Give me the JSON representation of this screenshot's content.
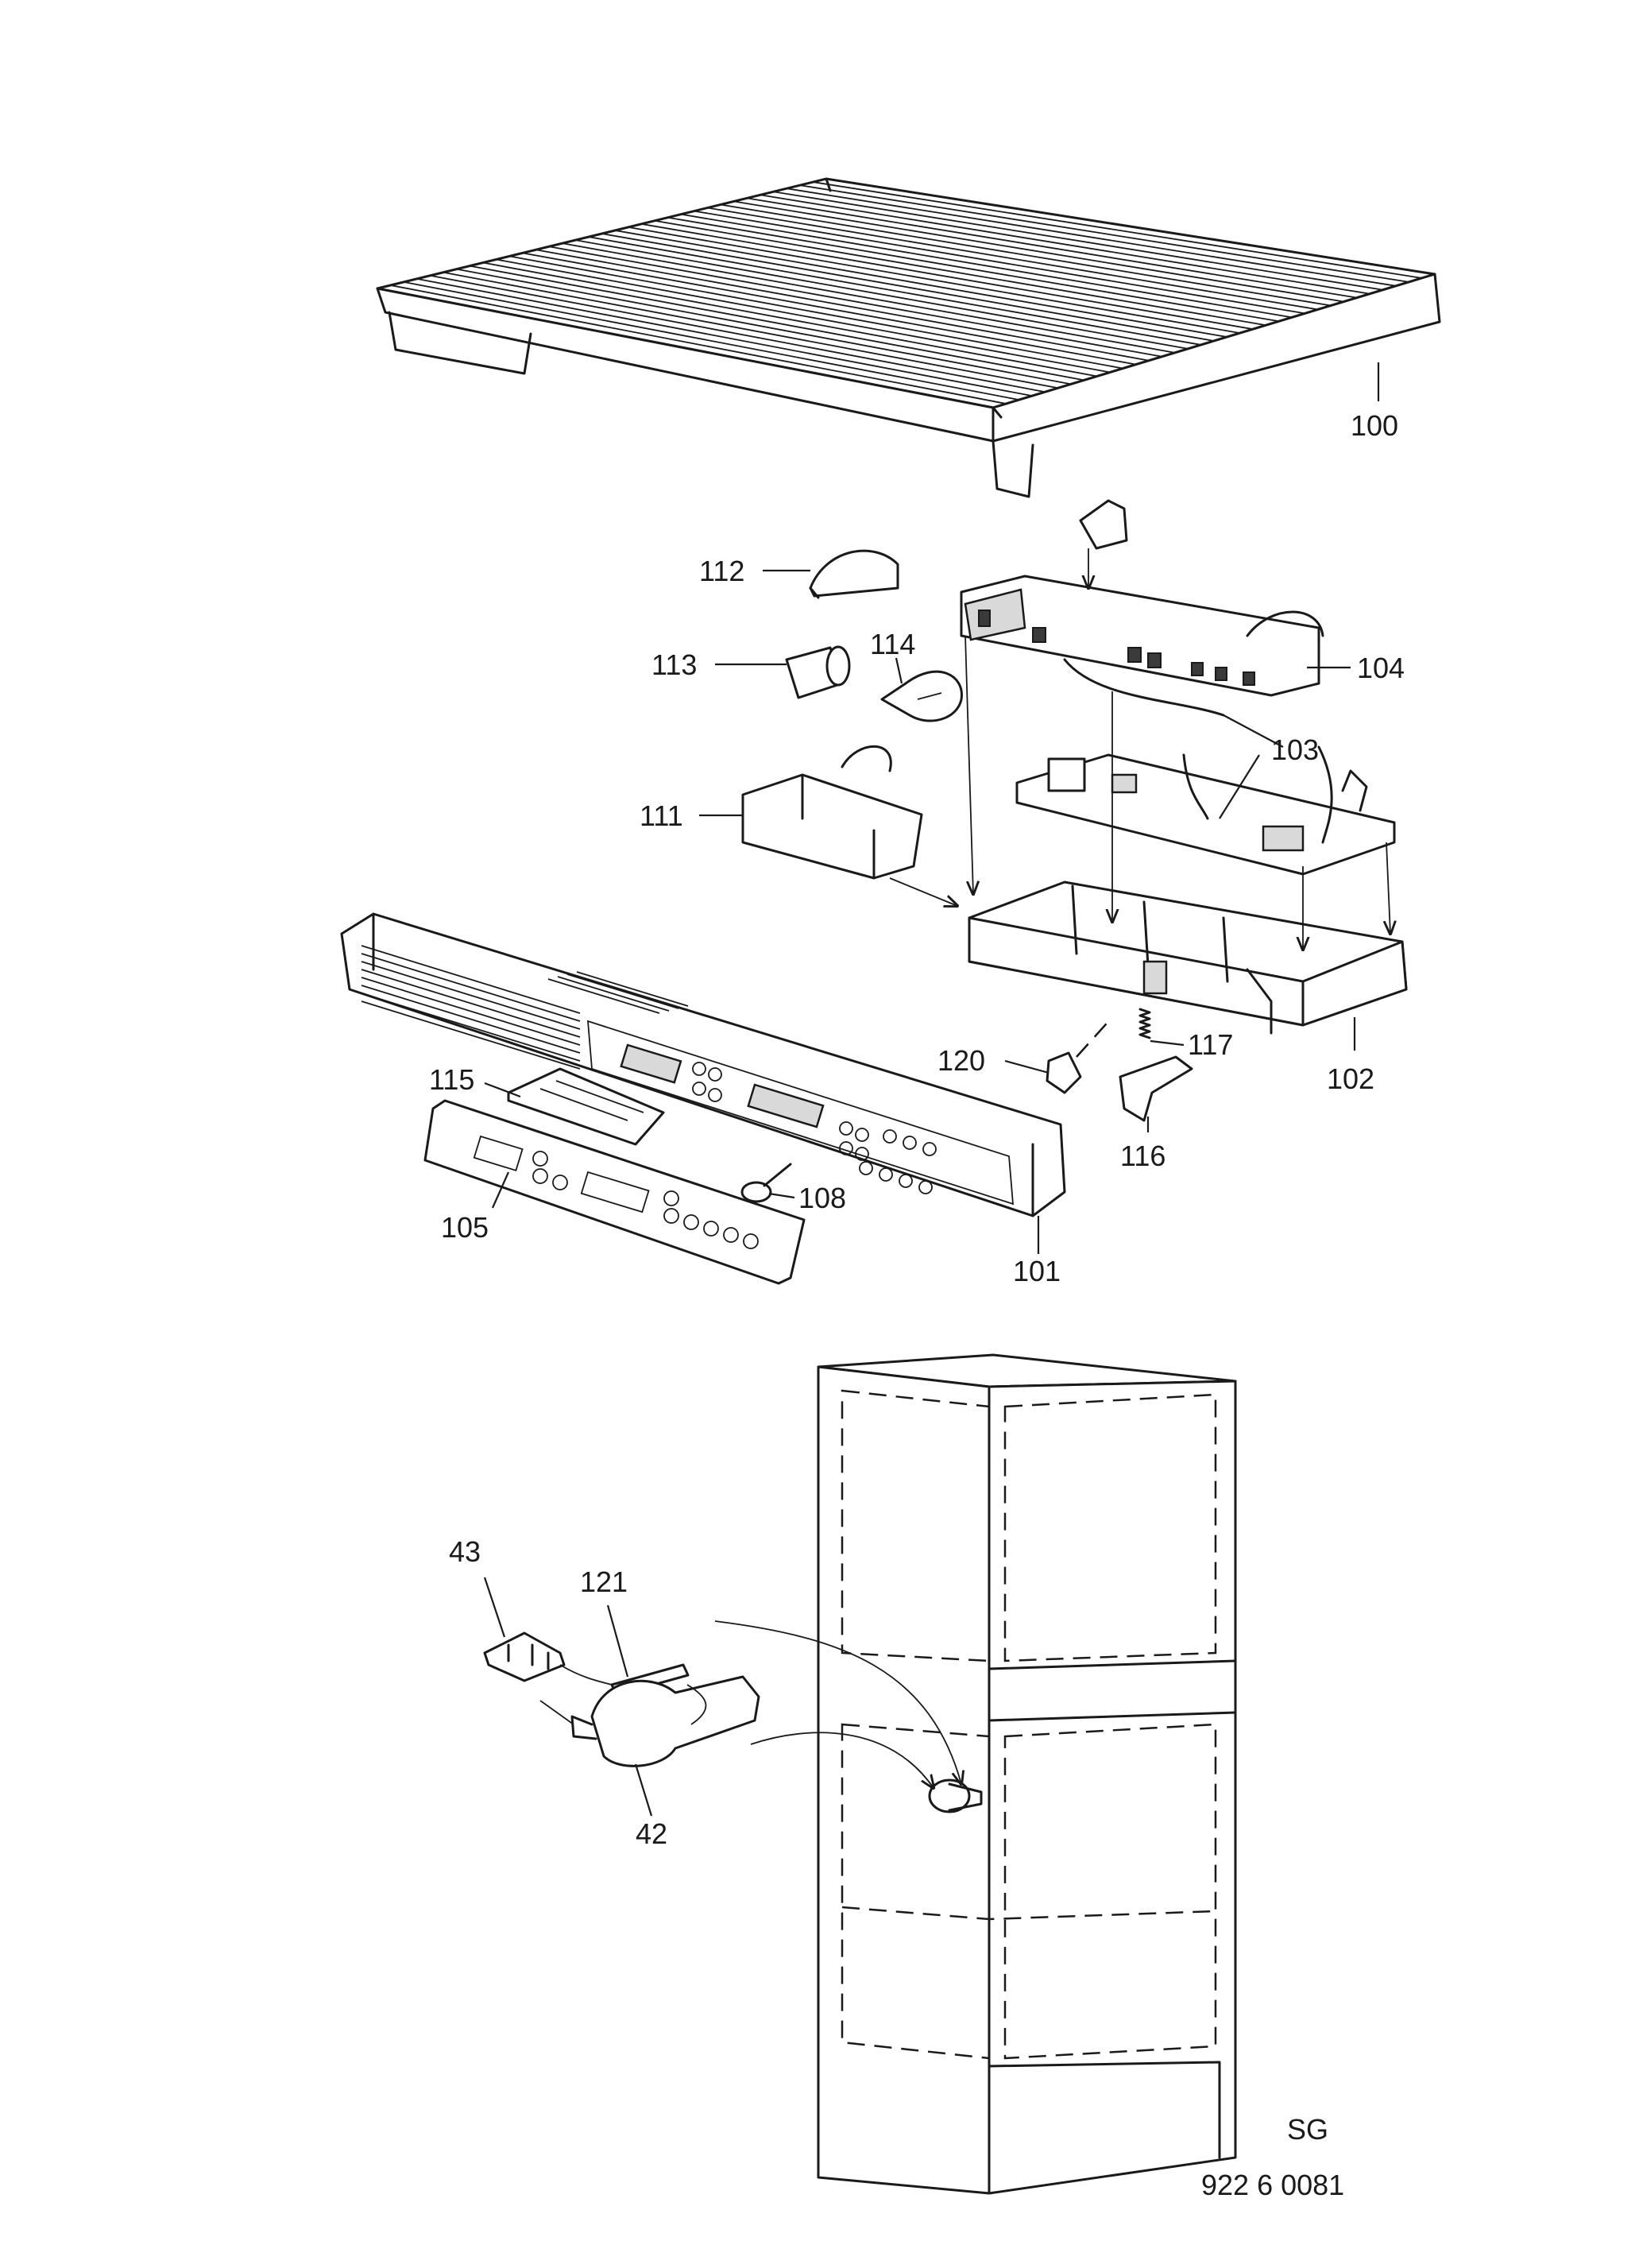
{
  "labels": {
    "l100": "100",
    "l112": "112",
    "l113": "113",
    "l114": "114",
    "l104": "104",
    "l103": "103",
    "l111": "111",
    "l120": "120",
    "l117": "117",
    "l102": "102",
    "l115": "115",
    "l108": "108",
    "l105": "105",
    "l116": "116",
    "l101": "101",
    "l43": "43",
    "l121": "121",
    "l42": "42"
  },
  "footer": {
    "code": "SG",
    "drawing_number": "922 6 0081"
  }
}
